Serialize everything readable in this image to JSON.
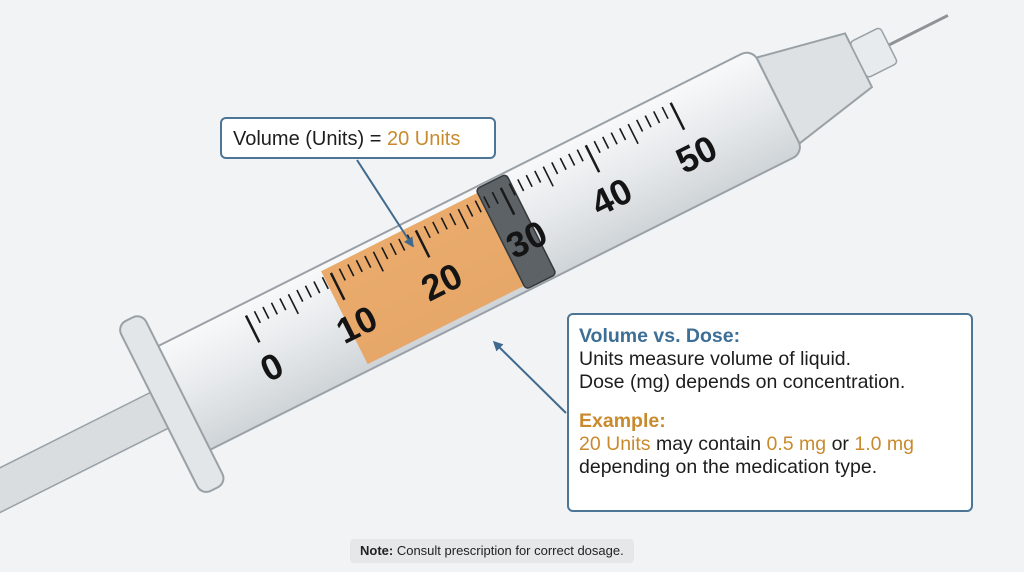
{
  "syringe": {
    "scale_labels": [
      "0",
      "10",
      "20",
      "30",
      "40",
      "50"
    ],
    "liquid_color": "#e8a25c",
    "barrel_color": "#e9ecee",
    "tick_color": "#1a1a1a"
  },
  "volume_callout": {
    "prefix": "Volume (Units) = ",
    "value": "20 Units"
  },
  "dose_callout": {
    "title": "Volume vs. Dose:",
    "line1": "Units measure volume of liquid.",
    "line2": "Dose (mg) depends on concentration.",
    "example_title": "Example:",
    "ex_units": "20 Units",
    "ex_mid1": " may contain ",
    "ex_mg1": "0.5 mg",
    "ex_mid2": " or ",
    "ex_mg2": "1.0 mg",
    "ex_line2": "depending on the medication type."
  },
  "note": {
    "label": "Note:",
    "text": " Consult prescription for correct dosage."
  },
  "colors": {
    "accent_blue": "#4d7596",
    "accent_orange": "#c98a2e"
  }
}
